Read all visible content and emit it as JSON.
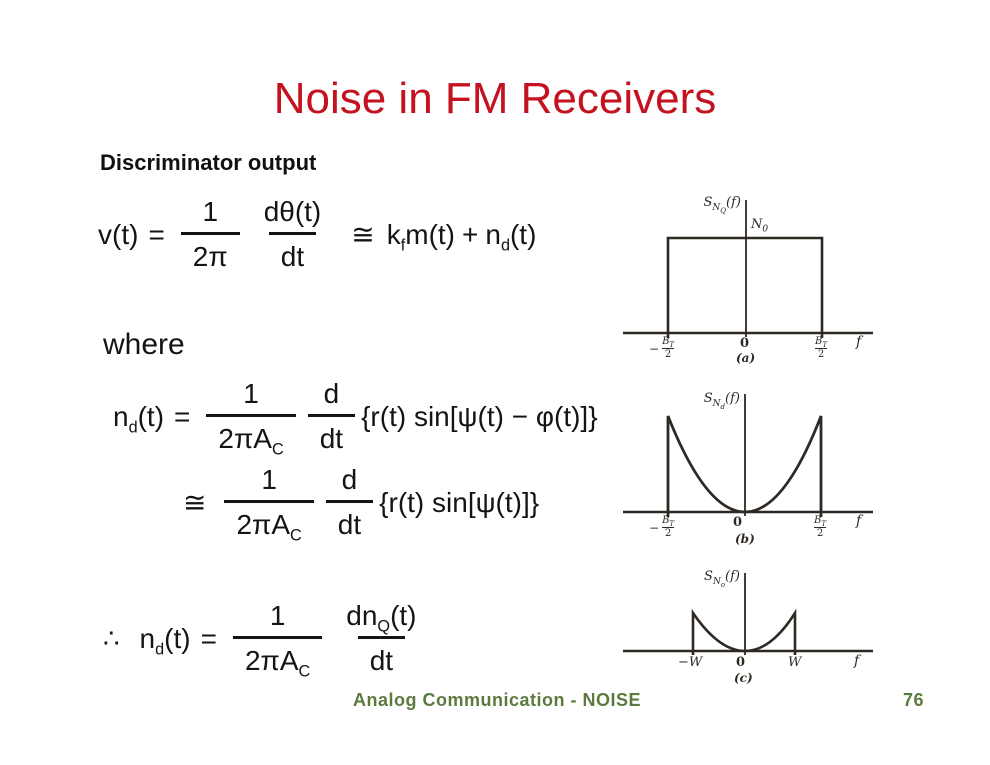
{
  "slide": {
    "title": "Noise in FM Receivers",
    "subtitle": "Discriminator output",
    "where_label": "where",
    "footer": {
      "left": "Analog Communication - NOISE",
      "page": "76"
    },
    "colors": {
      "title_red": "#c41220",
      "footer_green": "#5c7a3e",
      "formula_ink": "#141414",
      "plot_ink": "#2e2923",
      "background": "#ffffff"
    }
  },
  "formulas": {
    "f1": {
      "lhs": "v(t)",
      "eq": "=",
      "frac1": {
        "num": "1",
        "den": "2π"
      },
      "frac2": {
        "num": "dθ(t)",
        "den": "dt"
      },
      "approx": "≅",
      "rhs": [
        "k",
        "f",
        "m(t)",
        "+",
        "n",
        "d",
        "(t)"
      ]
    },
    "f2": {
      "lhs": [
        "n",
        "d",
        "(t)"
      ],
      "eq": "=",
      "frac1": {
        "num": "1",
        "den": [
          "2πA",
          "C"
        ]
      },
      "frac2": {
        "num": "d",
        "den": "dt"
      },
      "rhs": "{r(t) sin[ψ(t) − φ(t)]}"
    },
    "f3": {
      "approx": "≅",
      "frac1": {
        "num": "1",
        "den": [
          "2πA",
          "C"
        ]
      },
      "frac2": {
        "num": "d",
        "den": "dt"
      },
      "rhs": "{r(t) sin[ψ(t)]}"
    },
    "f4": {
      "therefore": "∴",
      "lhs": [
        "n",
        "d",
        "(t)"
      ],
      "eq": "=",
      "frac1": {
        "num": "1",
        "den": [
          "2πA",
          "C"
        ]
      },
      "frac2": {
        "num": [
          "dn",
          "Q",
          "(t)"
        ],
        "den": "dt"
      }
    }
  },
  "plots": {
    "a": {
      "ylabel": {
        "main": "S",
        "sub": "N",
        "subsub": "Q",
        "rest": "(f)"
      },
      "level": {
        "main": "N",
        "sub": "0"
      },
      "ticks": {
        "left": {
          "sign": "−",
          "num": "B",
          "sub": "T",
          "den": "2"
        },
        "zero": "0",
        "right": {
          "num": "B",
          "sub": "T",
          "den": "2"
        },
        "xlabel": "f"
      },
      "caption": "(a)"
    },
    "b": {
      "ylabel": {
        "main": "S",
        "sub": "N",
        "subsub": "d",
        "rest": "(f)"
      },
      "ticks": {
        "left": {
          "sign": "−",
          "num": "B",
          "sub": "T",
          "den": "2"
        },
        "zero": "0",
        "right": {
          "num": "B",
          "sub": "T",
          "den": "2"
        },
        "xlabel": "f"
      },
      "caption": "(b)"
    },
    "c": {
      "ylabel": {
        "main": "S",
        "sub": "N",
        "subsub": "o",
        "rest": "(f)"
      },
      "ticks": {
        "left": "−W",
        "zero": "0",
        "right": "W",
        "xlabel": "f"
      },
      "caption": "(c)"
    }
  },
  "chart_data": [
    {
      "id": "a",
      "type": "area",
      "ylabel": "S_NQ(f)",
      "xlabel": "f",
      "caption": "(a)",
      "shape": "rectangular flat spectrum",
      "x_ticks": [
        "−B_T/2",
        "0",
        "B_T/2"
      ],
      "support": [
        "−B_T/2",
        "B_T/2"
      ],
      "level_label": "N_0",
      "description": "Flat PSD of quadrature noise: constant height N_0 for |f| ≤ B_T/2, zero outside"
    },
    {
      "id": "b",
      "type": "line",
      "ylabel": "S_Nd(f)",
      "xlabel": "f",
      "caption": "(b)",
      "shape": "parabolic (∝ f²)",
      "x_ticks": [
        "−B_T/2",
        "0",
        "B_T/2"
      ],
      "support": [
        "−B_T/2",
        "B_T/2"
      ],
      "description": "PSD of discriminator output noise n_d(t): proportional to f², zero at f = 0, truncated at ±B_T/2"
    },
    {
      "id": "c",
      "type": "line",
      "ylabel": "S_No(f)",
      "xlabel": "f",
      "caption": "(c)",
      "shape": "parabolic (∝ f²)",
      "x_ticks": [
        "−W",
        "0",
        "W"
      ],
      "support": [
        "−W",
        "W"
      ],
      "description": "PSD of receiver output noise after lowpass filtering to message bandwidth W"
    }
  ]
}
